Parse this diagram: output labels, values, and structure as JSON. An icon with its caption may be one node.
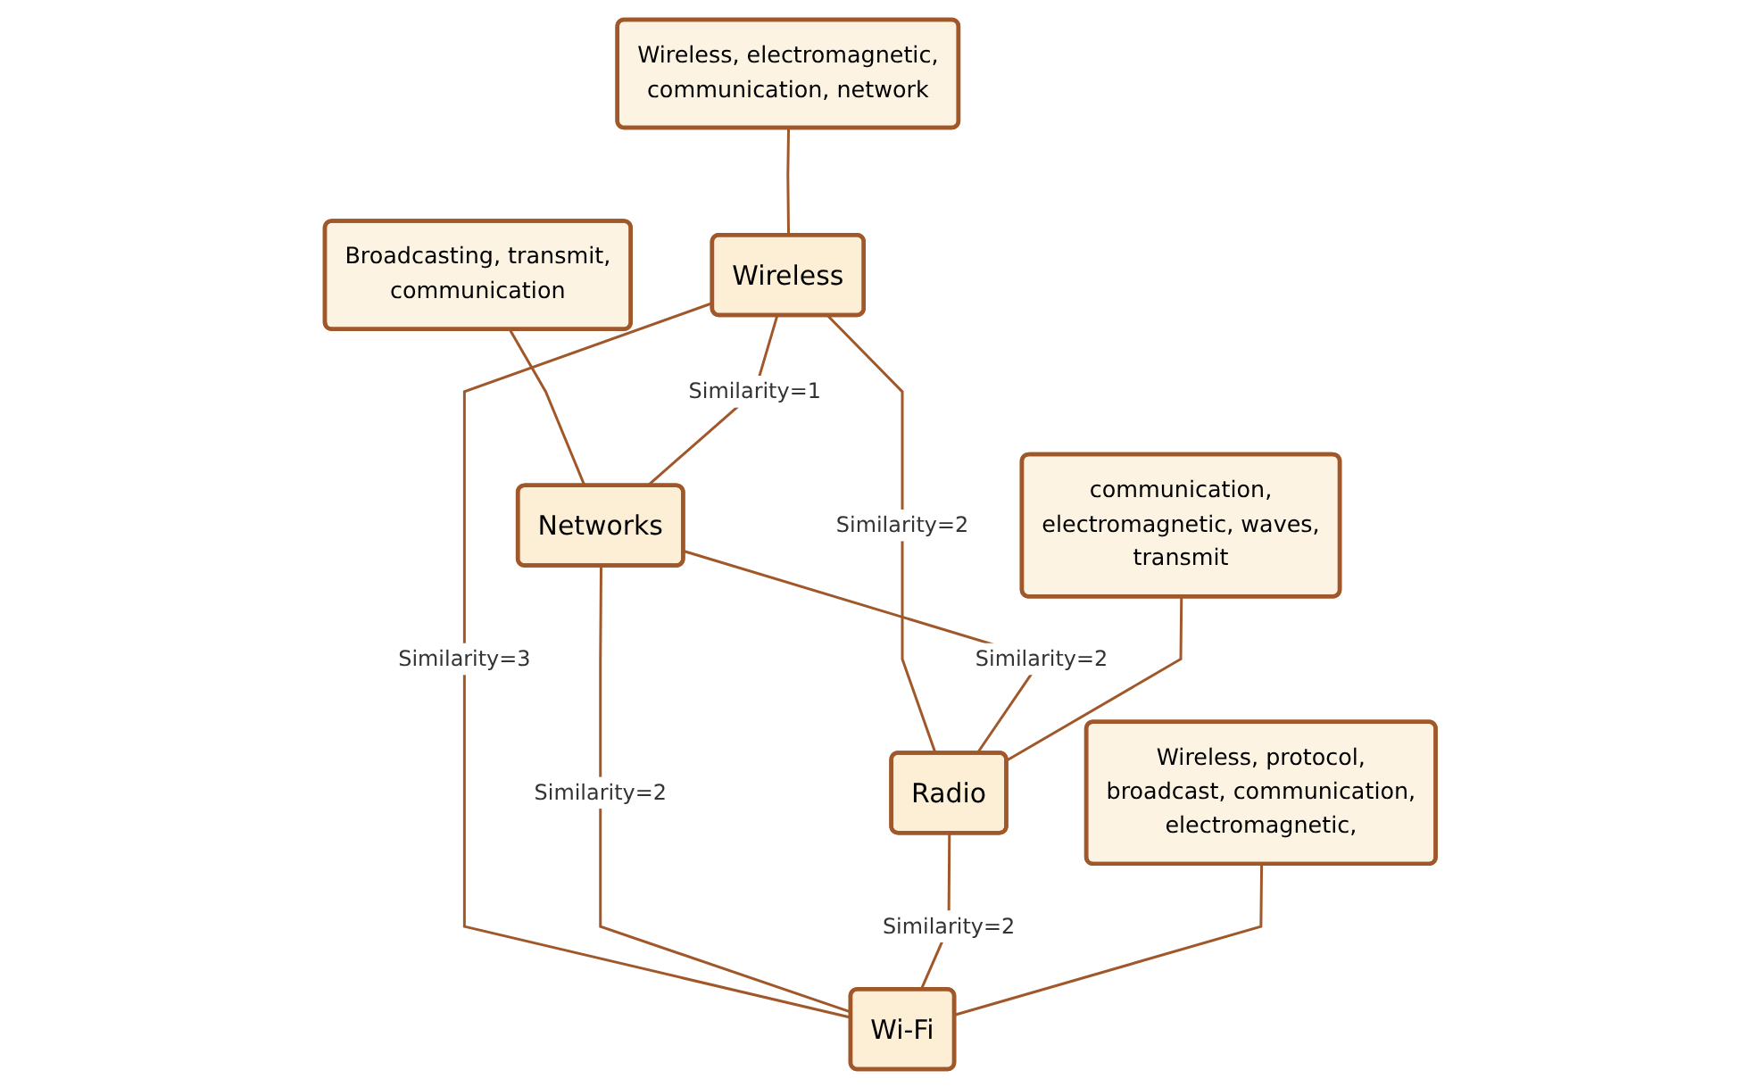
{
  "diagram": {
    "nodes": [
      {
        "text": [
          "Wireless, electromagnetic, communication, network"
        ]
      },
      {
        "text": [
          "Broadcasting, transmit, communication"
        ]
      },
      {
        "text": [
          "Wireless"
        ]
      },
      {
        "text": [
          "Networks"
        ]
      },
      {
        "text": [
          "Radio"
        ]
      },
      {
        "text": [
          "Wi-Fi"
        ]
      },
      {
        "text": [
          "communication, electromagnetic, waves, transmit"
        ]
      },
      {
        "text": [
          "Wireless, protocol, broadcast, communication, electromagnetic,"
        ]
      }
    ],
    "edges": [
      {
        "from": 0,
        "to": 2,
        "arrow": "none"
      },
      {
        "from": 1,
        "to": 3,
        "arrow": "none"
      },
      {
        "from": 2,
        "to": 3,
        "arrow": "none",
        "label": "Similarity=1"
      },
      {
        "from": 2,
        "to": 5,
        "arrow": "none",
        "label": "Similarity=3"
      },
      {
        "from": 2,
        "to": 4,
        "arrow": "none",
        "label": "Similarity=2"
      },
      {
        "from": 3,
        "to": 4,
        "arrow": "none",
        "label": "Similarity=2"
      },
      {
        "from": 3,
        "to": 5,
        "arrow": "none",
        "label": "Similarity=2"
      },
      {
        "from": 4,
        "to": 5,
        "arrow": "none",
        "label": "Similarity=2"
      },
      {
        "from": 6,
        "to": 4,
        "arrow": "none"
      },
      {
        "from": 7,
        "to": 5,
        "arrow": "none"
      }
    ]
  }
}
